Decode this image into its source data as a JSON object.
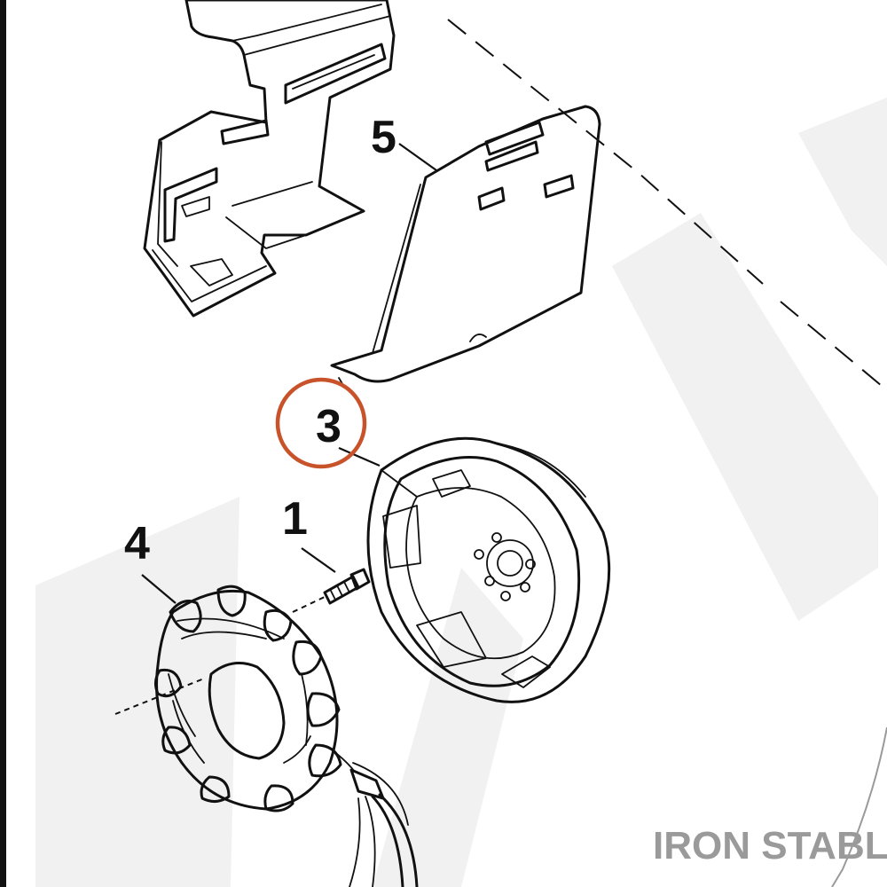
{
  "labels": {
    "bolt": "1",
    "rotor": "3",
    "stator": "4",
    "bracket": "5"
  },
  "highlight": {
    "target": "3",
    "color": "#c8532b"
  },
  "watermark": {
    "text": "IRON STABLE",
    "color": "#9a9a9a"
  },
  "colors": {
    "ink": "#111111",
    "shade": "#d9d9d9",
    "background": "#ffffff"
  }
}
